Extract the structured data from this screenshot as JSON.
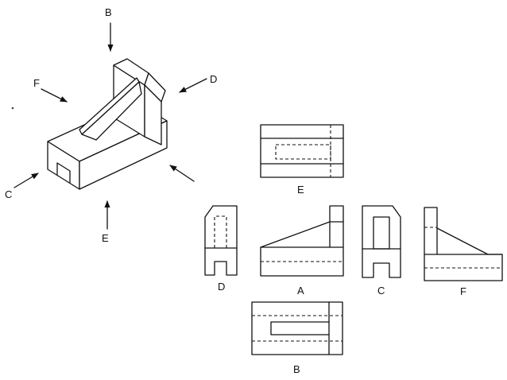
{
  "direction_labels": {
    "b": "B",
    "d": "D",
    "f": "F",
    "c": "C",
    "e": "E"
  },
  "view_labels": {
    "e": "E",
    "d": "D",
    "a": "A",
    "c": "C",
    "f": "F",
    "b": "B"
  }
}
